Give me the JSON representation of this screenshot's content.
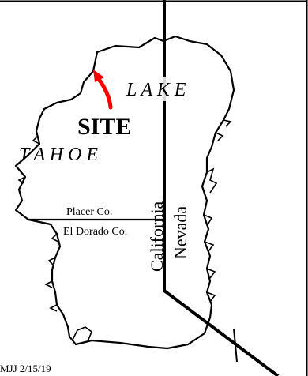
{
  "labels": {
    "lake": "L A K E",
    "site": "SITE",
    "tahoe": "T A H O E",
    "placer_county": "Placer Co.",
    "el_dorado_county": "El Dorado Co.",
    "california": "California",
    "nevada": "Nevada",
    "credit": "MJJ 2/15/19"
  },
  "colors": {
    "ink": "#000000",
    "arrow": "#ff0000",
    "background": "#ffffff"
  }
}
